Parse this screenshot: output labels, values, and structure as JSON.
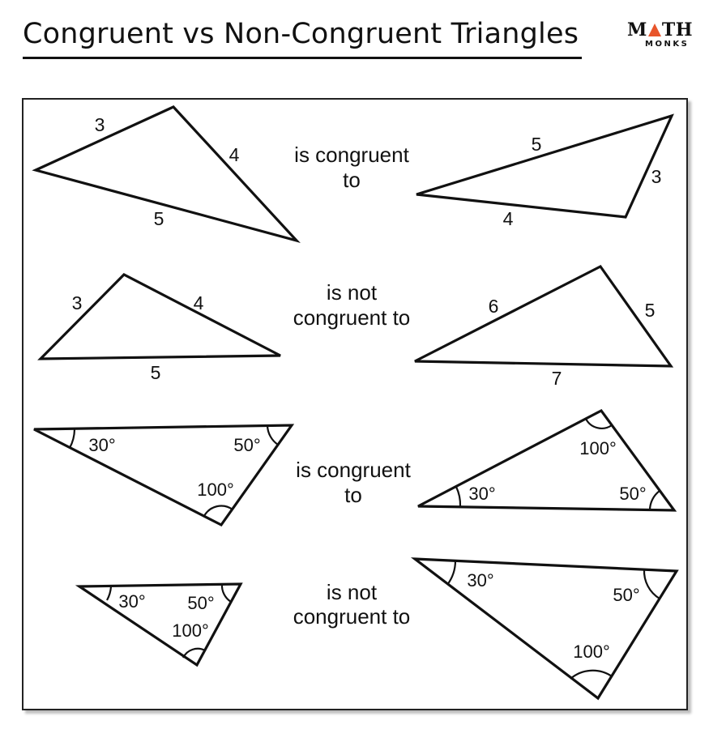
{
  "header": {
    "title": "Congruent vs Non-Congruent Triangles",
    "logo": {
      "text_top_left": "M",
      "text_top_right": "TH",
      "text_bottom": "MONKS",
      "accent_color": "#e8552b"
    }
  },
  "rows": [
    {
      "relation": [
        "is congruent",
        "to"
      ],
      "left_labels": [
        "3",
        "4",
        "5"
      ],
      "right_labels": [
        "5",
        "3",
        "4"
      ]
    },
    {
      "relation": [
        "is not",
        "congruent to"
      ],
      "left_labels": [
        "3",
        "4",
        "5"
      ],
      "right_labels": [
        "6",
        "5",
        "7"
      ]
    },
    {
      "relation": [
        "is congruent",
        "to"
      ],
      "left_labels": [
        "30°",
        "50°",
        "100°"
      ],
      "right_labels": [
        "100°",
        "30°",
        "50°"
      ]
    },
    {
      "relation": [
        "is not",
        "congruent to"
      ],
      "left_labels": [
        "30°",
        "50°",
        "100°"
      ],
      "right_labels": [
        "30°",
        "50°",
        "100°"
      ]
    }
  ]
}
